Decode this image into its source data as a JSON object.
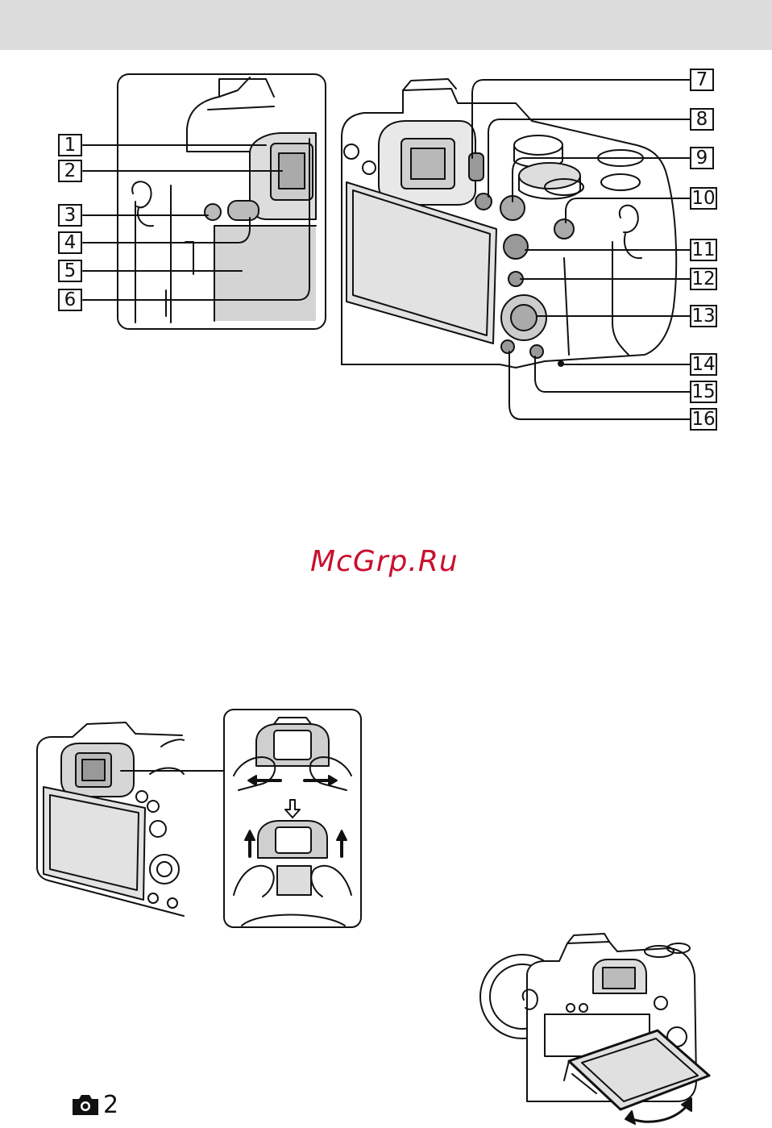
{
  "watermark": "McGrp.Ru",
  "labels": [
    "1",
    "2",
    "3",
    "4",
    "5",
    "6",
    "7",
    "8",
    "9",
    "10",
    "11",
    "12",
    "13",
    "14",
    "15",
    "16"
  ],
  "footer": {
    "icon": "camera-icon",
    "number": "2"
  },
  "colors": {
    "band": "#dcdcdc",
    "watermark": "#c8102e",
    "line": "#111111"
  }
}
